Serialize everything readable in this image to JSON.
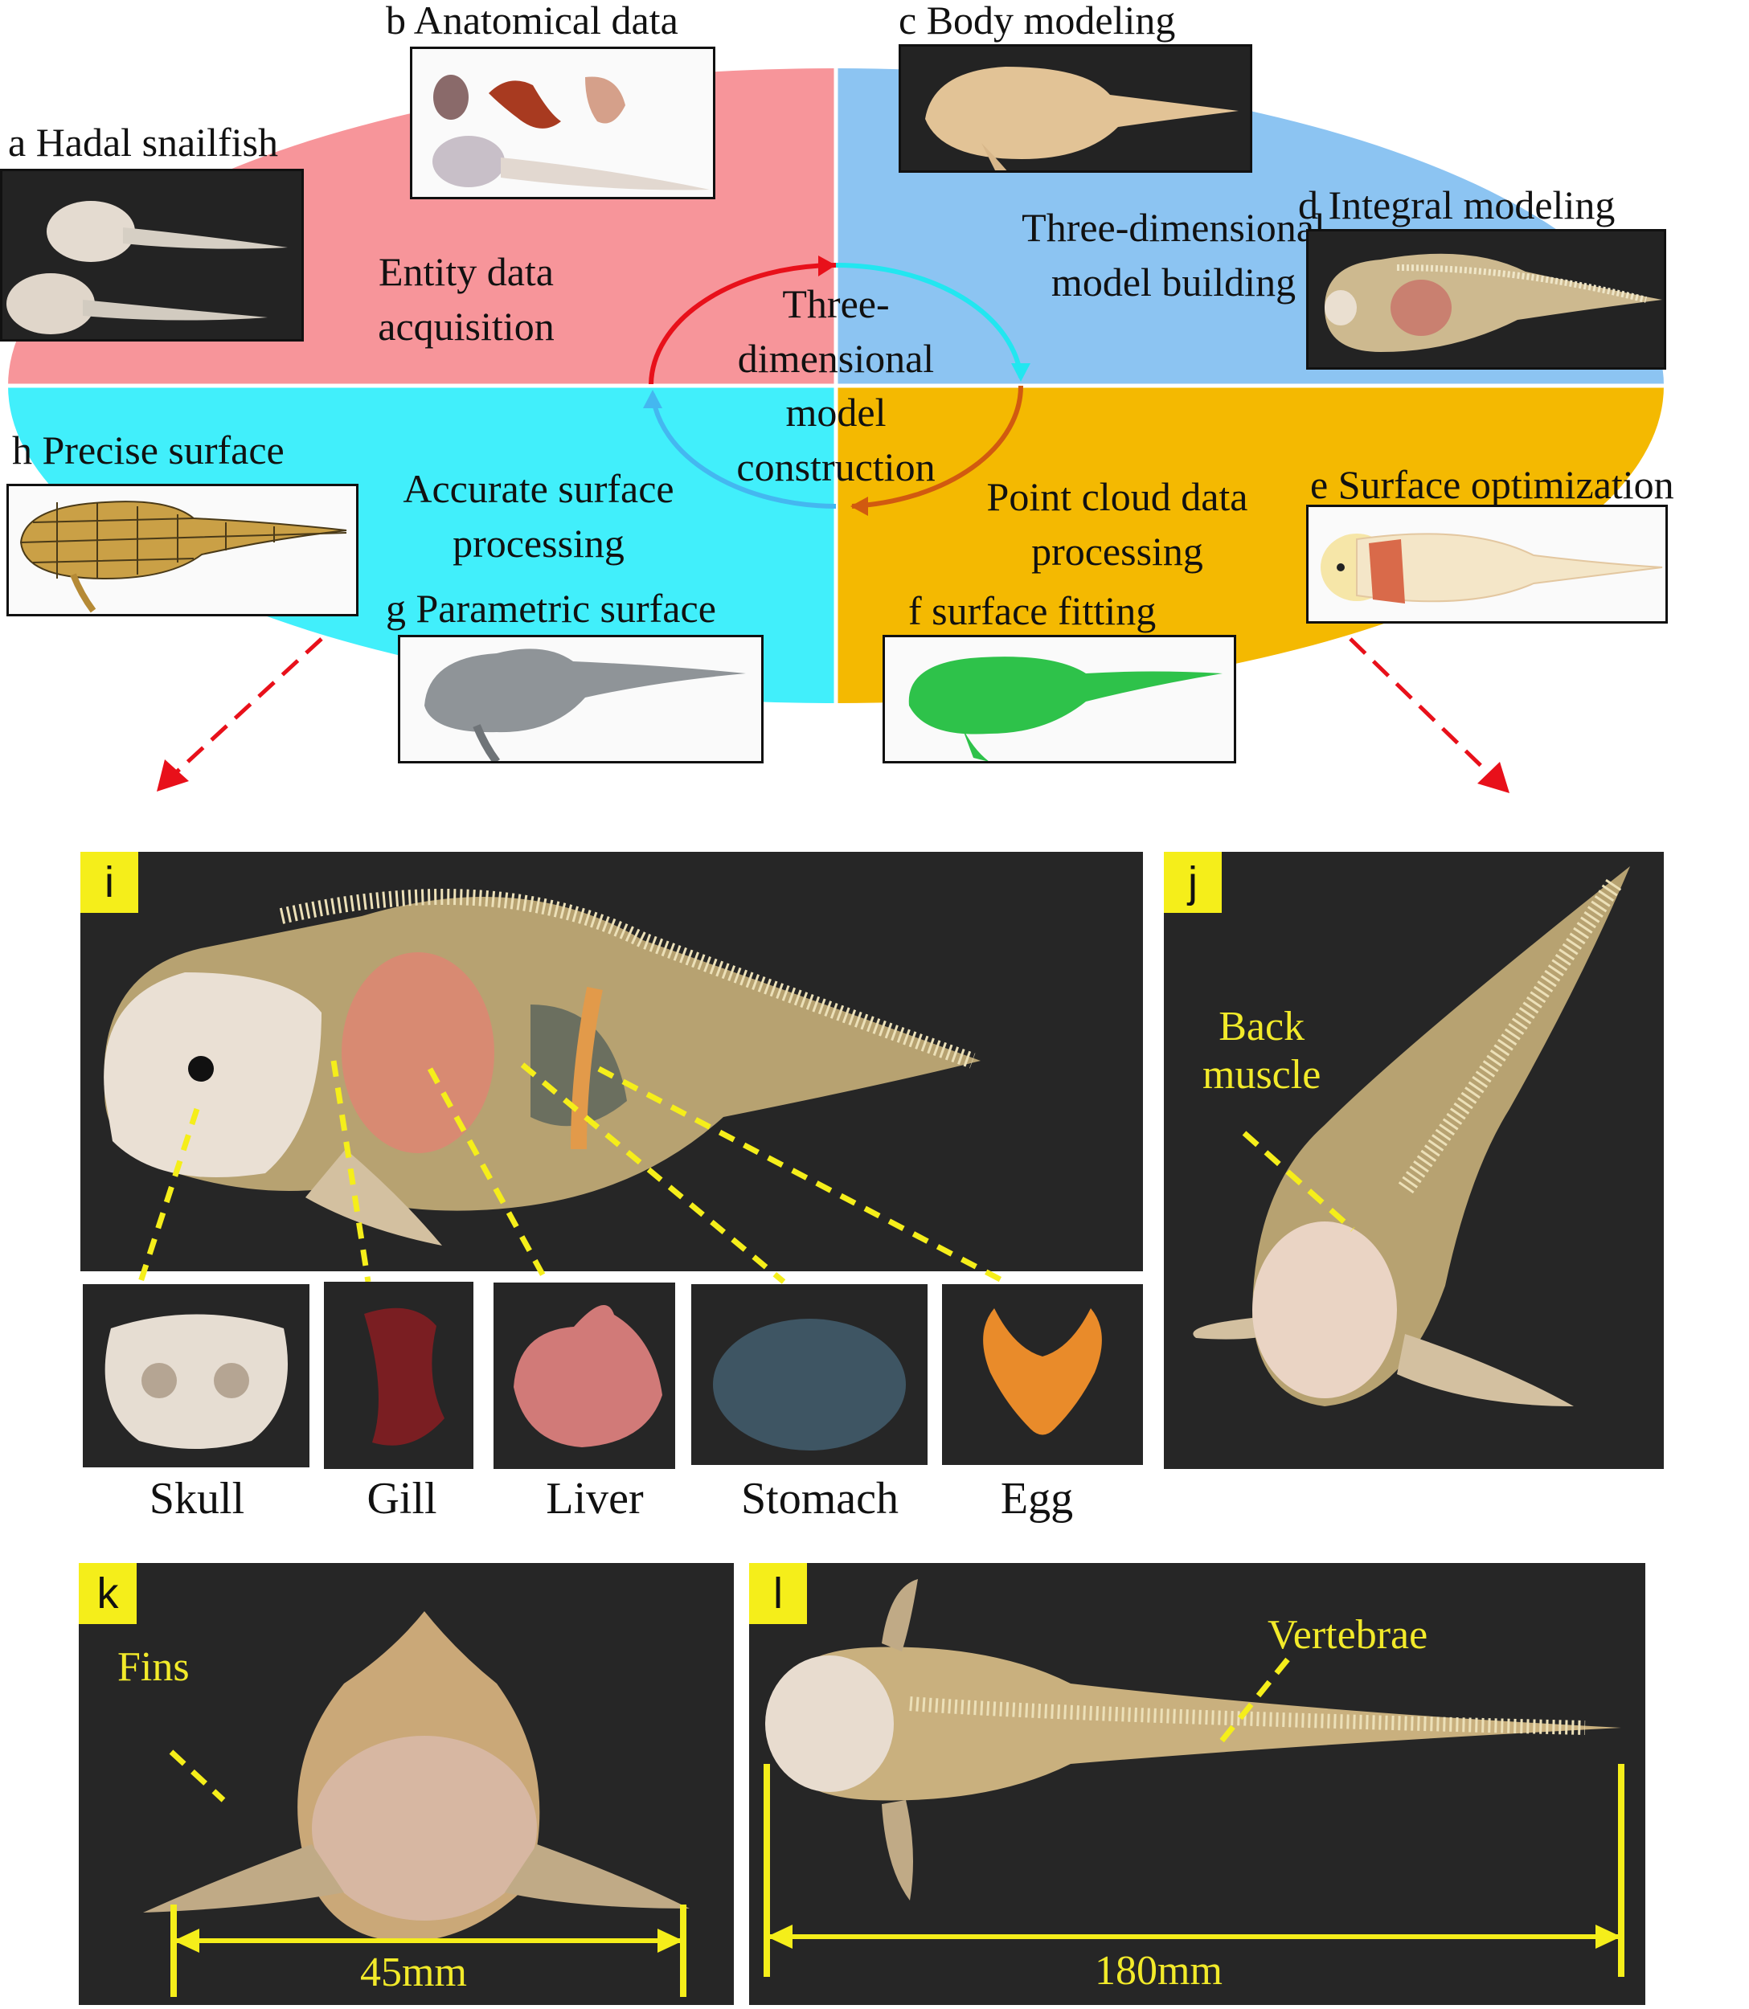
{
  "cycle": {
    "center": "Three-dimensional model construction",
    "quadrants": {
      "entity": "Entity data acquisition",
      "building": "Three-dimensional model building",
      "pointcloud": "Point cloud data processing",
      "accurate": "Accurate surface processing"
    },
    "colors": {
      "pink": "#f7959a",
      "blue": "#8cc4f2",
      "orange": "#f4b901",
      "cyan": "#41effb"
    }
  },
  "steps": {
    "a": "a  Hadal snailfish",
    "b": "b  Anatomical data",
    "c": "c   Body modeling",
    "d": "d   Integral modeling",
    "e": "e  Surface optimization",
    "f": "f  surface fitting",
    "g": "g  Parametric surface",
    "h": "h  Precise surface"
  },
  "panels": {
    "i": "i",
    "j": "j",
    "k": "k",
    "l": "l"
  },
  "organs": [
    "Skull",
    "Gill",
    "Liver",
    "Stomach",
    "Egg"
  ],
  "annotations": {
    "back_muscle": "Back\nmuscle",
    "fins": "Fins",
    "vertebrae": "Vertebrae",
    "width": "45mm",
    "length": "180mm"
  }
}
